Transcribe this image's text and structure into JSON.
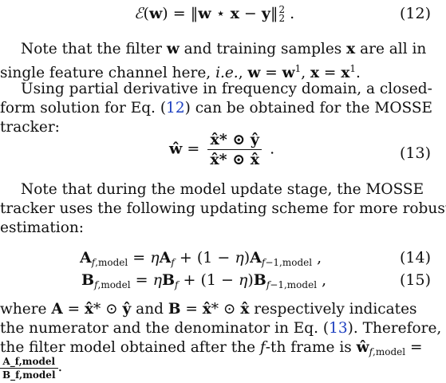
{
  "eq12": {
    "lhs": "ℰ(w) = ‖w ⋆ x − y‖",
    "sub": "2",
    "sup": "2",
    "tail": " .",
    "number": "(12)"
  },
  "p1": {
    "l1": "Note that the filter w and training samples x are all in",
    "l2": "single feature channel here, i.e., w = w¹, x = x¹."
  },
  "p2": {
    "l1": "Using partial derivative in frequency domain, a closed-",
    "l2a": "form solution for Eq. (",
    "cite": "12",
    "l2b": ") can be obtained for the MOSSE",
    "l3": "tracker:"
  },
  "eq13": {
    "lhs": "ŵ = ",
    "num": "x̂* ⊙ ŷ",
    "den": "x̂* ⊙ x̂",
    "tail": " .",
    "number": "(13)"
  },
  "p3": {
    "l1": "Note that during the model update stage, the MOSSE",
    "l2": "tracker uses the following updating scheme for more robust",
    "l3": "estimation:"
  },
  "eq14": {
    "text": "A_f,model = ηA_f + (1 − η)A_f−1,model ,",
    "number": "(14)"
  },
  "eq15": {
    "text": "B_f,model = ηB_f + (1 − η)B_f−1,model ,",
    "number": "(15)"
  },
  "p4": {
    "l1": "where A = x̂* ⊙ ŷ and B = x̂* ⊙ x̂ respectively indicates",
    "l2a": "the numerator and the denominator in Eq. (",
    "cite": "13",
    "l2b": "). Therefore,",
    "l3": "the filter model obtained after the f-th frame is ŵ_f,model =",
    "frac_num": "A_f,model",
    "frac_den": "B_f,model",
    "frac_tail": "."
  }
}
